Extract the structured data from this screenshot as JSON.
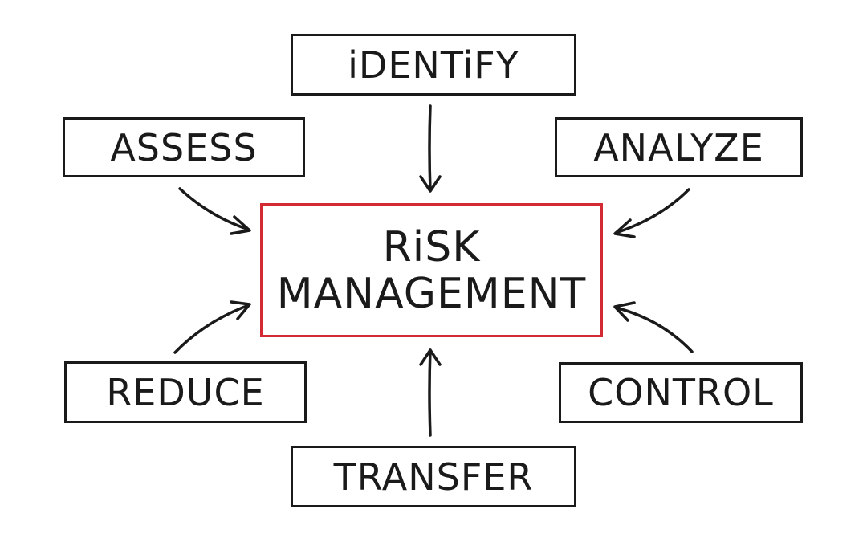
{
  "center": {
    "line1": "RiSK",
    "line2": "MANAGEMENT",
    "border_color": "#d42a33"
  },
  "nodes": {
    "identify": "iDENTiFY",
    "assess": "ASSESS",
    "analyze": "ANALYZE",
    "reduce": "REDUCE",
    "control": "CONTROL",
    "transfer": "TRANSFER"
  },
  "colors": {
    "stroke": "#1a1a1a",
    "background": "#ffffff"
  }
}
